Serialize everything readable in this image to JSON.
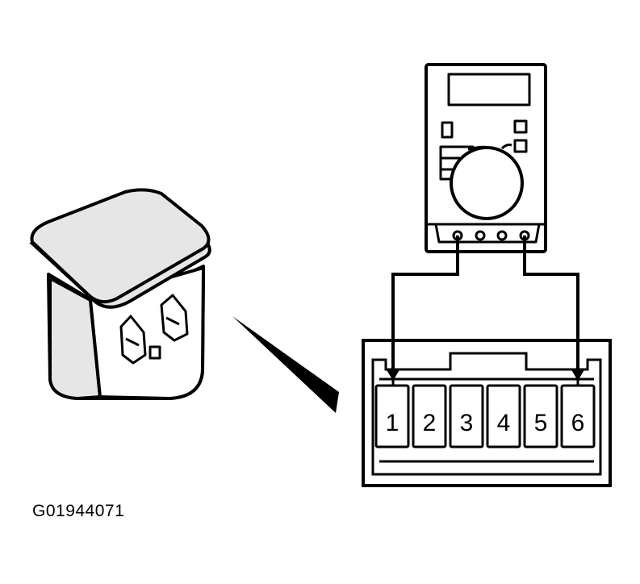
{
  "figure": {
    "code": "G01944071"
  },
  "connector": {
    "pins": [
      "1",
      "2",
      "3",
      "4",
      "5",
      "6"
    ],
    "probed_pins": [
      "1",
      "6"
    ]
  },
  "colors": {
    "line": "#000000",
    "background": "#ffffff",
    "switch_shading": "#e6e6e6"
  },
  "icons": {
    "switch": "power-window-switch-icon",
    "meter": "multimeter-icon",
    "pointer": "pointer-wedge-icon",
    "connector": "connector-icon"
  }
}
